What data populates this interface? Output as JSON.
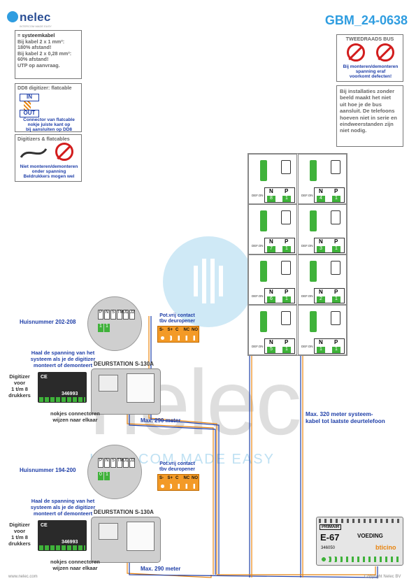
{
  "header": {
    "brand_name": "nelec",
    "brand_tagline": "INTERCOM MADE EASY",
    "brand_partner": "bticino",
    "doc_code": "GBM_24-0638"
  },
  "notes": {
    "cable": [
      "= systeemkabel",
      "Bij kabel 2 x 1 mm²:",
      "180% afstand!",
      "Bij kabel 2 x 0,28 mm²:",
      "60% afstand!",
      "UTP op aanvraag."
    ],
    "dd8_title": "DD8 digitizer: flatcable",
    "dd8_in": "IN",
    "dd8_out": "OUT",
    "dd8_text": [
      "Connector van flatcable",
      "nokje juiste kant op",
      "bij aansluiten op DD8"
    ],
    "flat_title": "Digitizers & flatcables",
    "flat_text": [
      "Niet monteren/demonteren",
      "onder spanning",
      "Beldrukkers mogen wel"
    ],
    "bus_title": "TWEEDRAADS BUS",
    "bus_text": [
      "Bij monteren/demonteren",
      "spanning eraf",
      "voorkomt defecten!"
    ],
    "install_text": [
      "Bij installaties zonder",
      "beeld maakt het niet",
      "uit hoe je de bus",
      "aansluit. De telefoons",
      "hoeven niet in serie en",
      "eindweerstanden zijn",
      "niet nodig."
    ]
  },
  "stations": [
    {
      "house": "Huisnummer 202-208",
      "np": [
        "1",
        "1"
      ],
      "contact": [
        "Pot.vrij contact",
        "tbv deuropener"
      ],
      "terminals": [
        "S-",
        "S+",
        "C",
        "NC",
        "NO"
      ],
      "warning": [
        "Haal de spanning van het",
        "systeem als je de digitizer",
        "monteert of demonteert"
      ],
      "title": "DEURSTATION S-130A",
      "digitizer": [
        "Digitizer",
        "voor",
        "1 t/m 8",
        "drukkers"
      ],
      "module_code": "346993",
      "nokjes": [
        "nokjes connectoren",
        "wijzen naar elkaar"
      ],
      "dist": "Max. 290 meter"
    },
    {
      "house": "Huisnummer 194-200",
      "np": [
        "0",
        "1"
      ],
      "contact": [
        "Pot.vrij contact",
        "tbv deuropener"
      ],
      "terminals": [
        "S-",
        "S+",
        "C",
        "NC",
        "NO"
      ],
      "warning": [
        "Haal de spanning van het",
        "systeem als je de digitizer",
        "monteert of demonteert"
      ],
      "title": "DEURSTATION S-130A",
      "digitizer": [
        "Digitizer",
        "voor",
        "1 t/m 8",
        "drukkers"
      ],
      "module_code": "346993",
      "nokjes": [
        "nokjes connectoren",
        "wijzen naar elkaar"
      ],
      "dist": "Max. 290 meter"
    }
  ],
  "circle_labels": [
    "P",
    "N",
    "S",
    "TM",
    "J1",
    "J2"
  ],
  "phones": {
    "headers": [
      "N",
      "P"
    ],
    "side_label": "DEF.ON",
    "cells": [
      {
        "n": "8",
        "p": "1"
      },
      {
        "n": "4",
        "p": "1"
      },
      {
        "n": "7",
        "p": "1"
      },
      {
        "n": "3",
        "p": "1"
      },
      {
        "n": "6",
        "p": "1"
      },
      {
        "n": "2",
        "p": "1"
      },
      {
        "n": "5",
        "p": "1"
      },
      {
        "n": "1",
        "p": "1"
      }
    ]
  },
  "phone_dist": [
    "Max. 320 meter systeem-",
    "kabel tot laatste deurtelefoon"
  ],
  "power": {
    "brand": "PRIMAIR",
    "model": "E-67",
    "title": "VOEDING",
    "code": "346050",
    "partner": "bticino"
  },
  "watermark": {
    "main": "nelec",
    "sub": "INTERCOM MADE EASY"
  },
  "footer": {
    "left": "www.nelec.com",
    "right": "Copyright Nelec BV"
  },
  "colors": {
    "accent": "#2f9de0",
    "orange": "#e8840f",
    "navy": "#1f3fa8",
    "green": "#3fb23a"
  }
}
